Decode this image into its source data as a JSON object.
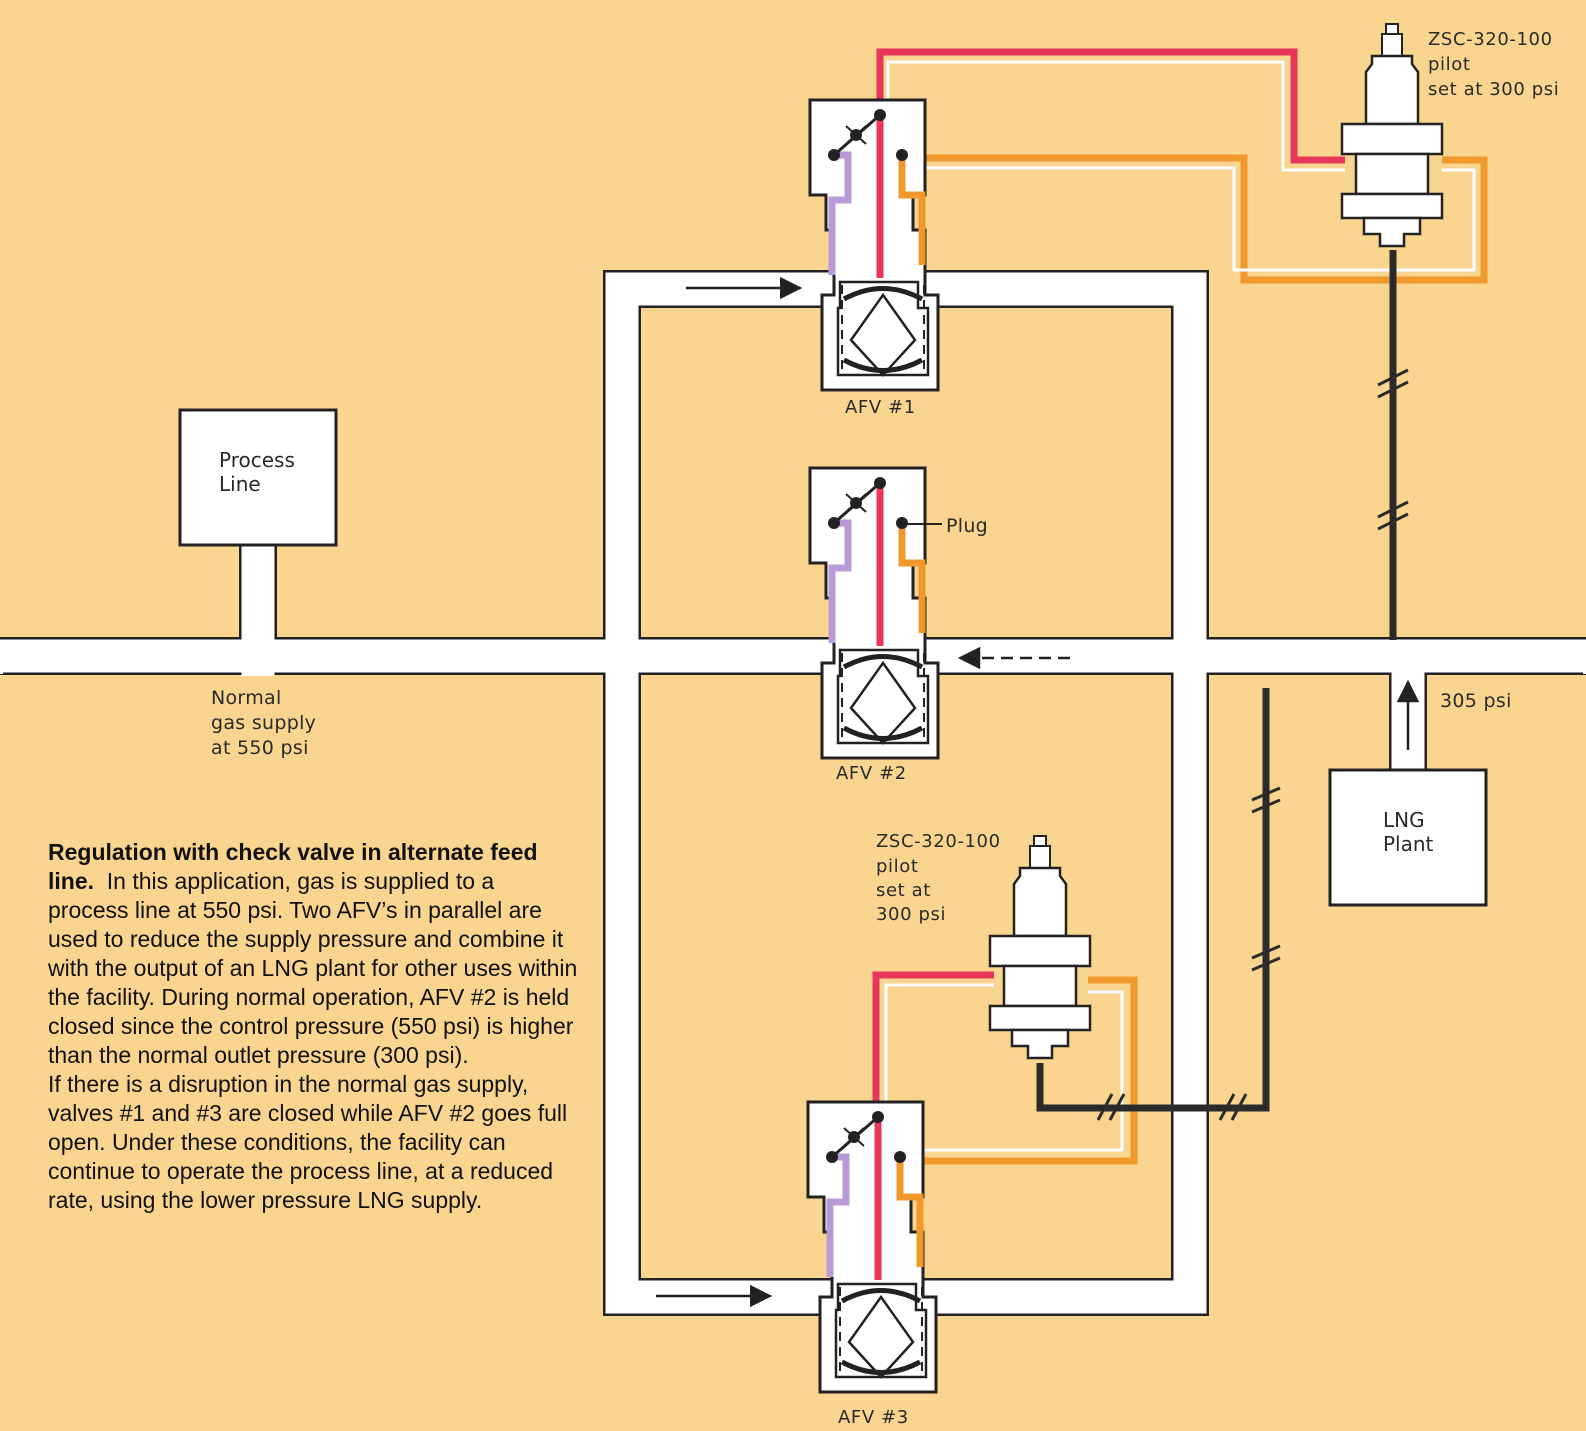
{
  "colors": {
    "background": "#f9d58f",
    "pipe": "#ffffff",
    "outline": "#222222",
    "supply_line": "#e8365a",
    "loading_line": "#f0982c",
    "vent_line": "#b99ad6",
    "sense_line": "#2b2b2b"
  },
  "labels": {
    "pilot_top": [
      "ZSC-320-100",
      "pilot",
      "set at 300 psi"
    ],
    "pilot_bottom": [
      "ZSC-320-100",
      "pilot",
      "set at",
      "300 psi"
    ],
    "afv1": "AFV #1",
    "afv2": "AFV #2",
    "afv3": "AFV #3",
    "plug": "Plug",
    "process_line": [
      "Process",
      "Line"
    ],
    "normal_supply": [
      "Normal",
      "gas supply",
      "at 550 psi"
    ],
    "lng_pressure": "305 psi",
    "lng_plant": [
      "LNG",
      "Plant"
    ]
  },
  "caption": {
    "title": "Regulation with check valve in alternate feed line.",
    "paragraph1": "In this application, gas is supplied to a process line at 550 psi.  Two AFV’s in parallel are used to reduce the supply pressure and combine it with the output of an LNG plant for other uses within the facility. During normal operation, AFV #2 is held closed since the control pressure (550 psi) is higher than the normal outlet pressure (300 psi).",
    "paragraph2": "If there is a disruption in the normal gas supply, valves #1 and #3 are closed while AFV #2 goes full open.  Under these conditions, the facility can continue to operate the process line, at a reduced rate, using the lower pressure LNG supply."
  }
}
